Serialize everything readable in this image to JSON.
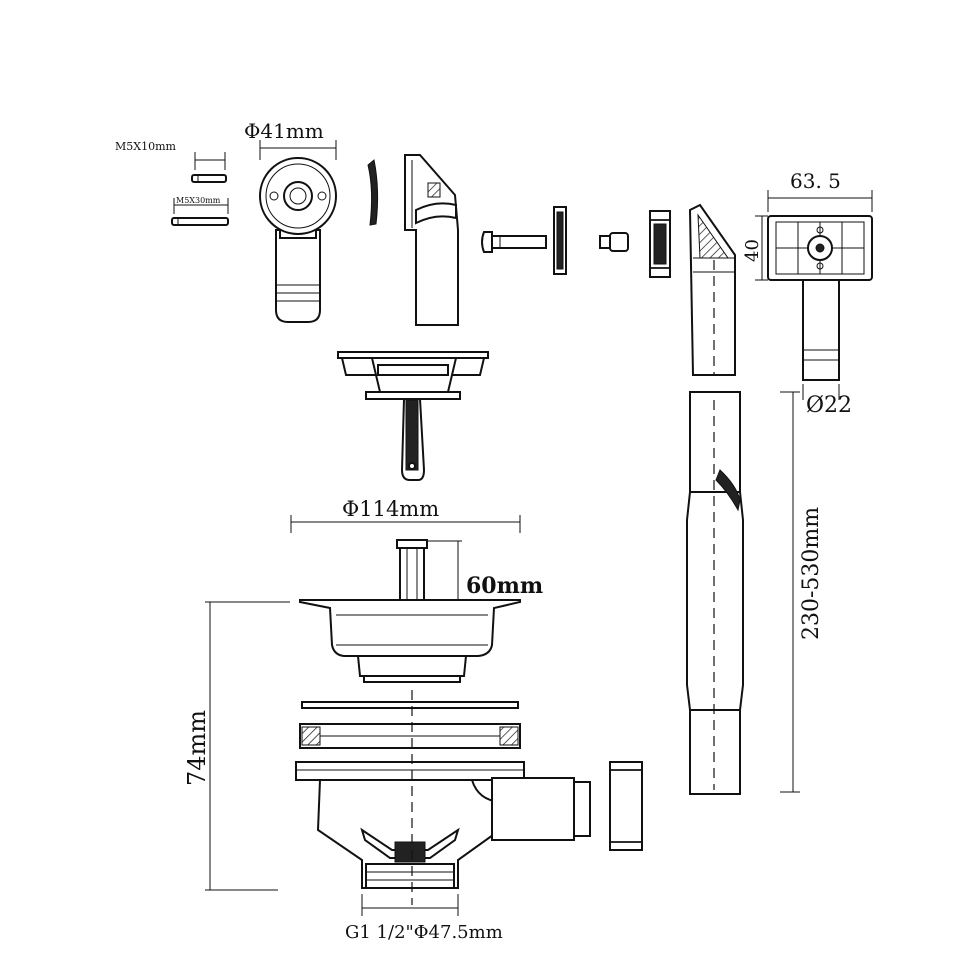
{
  "labels": {
    "m5x10": "M5X10mm",
    "m5x30": "M5X30mm",
    "phi41": "Φ41mm",
    "dim63": "63. 5",
    "dim40": "40",
    "phi22": "Ø22",
    "phi114": "Φ114mm",
    "dim60": "60mm",
    "dim74": "74mm",
    "dim230": "230-530mm",
    "thread": "G1 1/2\"Φ47.5mm"
  }
}
